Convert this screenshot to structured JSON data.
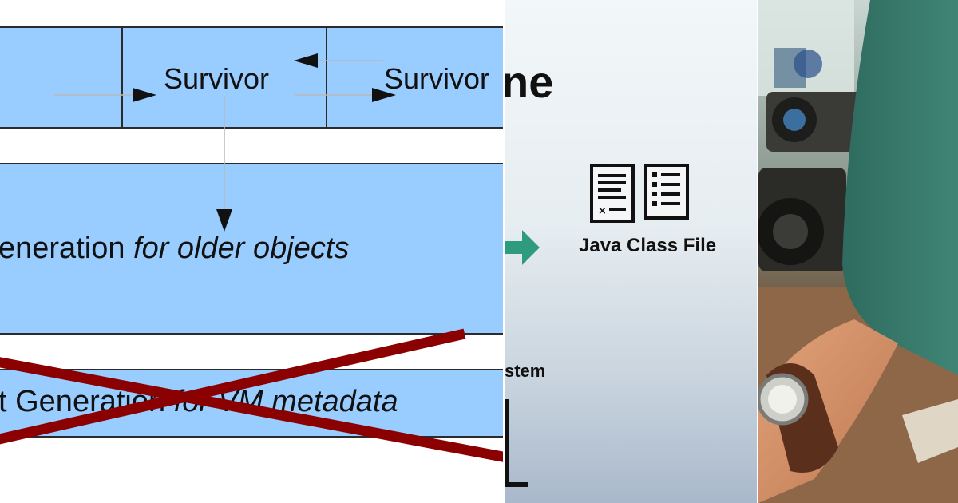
{
  "diagram": {
    "survivor_left": "Survivor",
    "survivor_right": "Survivor",
    "old_gen_prefix": "eneration",
    "old_gen_suffix": "for older objects",
    "perm_gen_prefix": "t Generation",
    "perm_gen_middle": "for",
    "perm_gen_suffix": "VM metadata",
    "cross_color": "#8b0000",
    "box_color": "#99ccff"
  },
  "slide": {
    "title_fragment": "ne",
    "file_label": "Java Class File",
    "system_fragment": "stem",
    "arrow_color": "#2e9c7c"
  },
  "photo": {
    "subject": "person-wearing-wristwatch-at-desk"
  }
}
